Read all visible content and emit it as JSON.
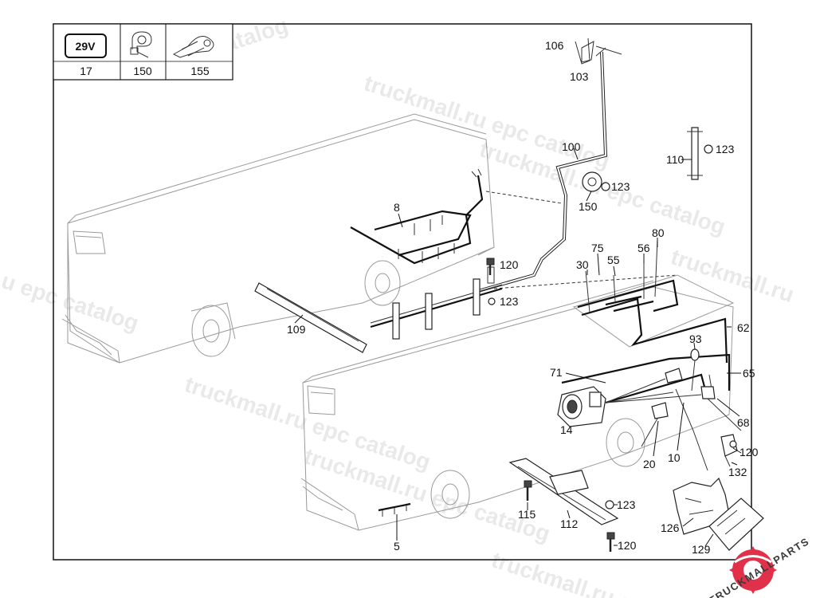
{
  "header_cells": [
    {
      "label": "17",
      "badge": "29V"
    },
    {
      "label": "150",
      "icon": "clamp-icon"
    },
    {
      "label": "155",
      "icon": "strap-clamp-icon"
    }
  ],
  "callouts": {
    "c106": "106",
    "c103": "103",
    "c100": "100",
    "c123a": "123",
    "c110": "110",
    "c123b": "123",
    "c150": "150",
    "c8": "8",
    "c80": "80",
    "c75": "75",
    "c55": "55",
    "c56": "56",
    "c30": "30",
    "c120a": "120",
    "c123c": "123",
    "c109": "109",
    "c62": "62",
    "c93": "93",
    "c71": "71",
    "c65": "65",
    "c14": "14",
    "c68": "68",
    "c20": "20",
    "c10": "10",
    "c120b": "120",
    "c132": "132",
    "c115": "115",
    "c123d": "123",
    "c112": "112",
    "c126": "126",
    "c5": "5",
    "c120c": "120",
    "c129": "129"
  },
  "watermarks": {
    "wm1": "catalog",
    "wm2": "truckmall.ru epc catalog",
    "wm3": "u epc catalog",
    "wm4": "truckmall.ru epc catalog",
    "wm5": "truckmall.ru",
    "wm6": "truckmall.ru epc catalog",
    "wm7": "truckmall.ru epc catalog",
    "wm8": "truckmall.ru e"
  },
  "logo_text": "TRUCKMALLPARTS",
  "colors": {
    "logo_red": "#e0304a",
    "logo_dark": "#3a3a3a",
    "watermark": "#d8d8d8"
  }
}
